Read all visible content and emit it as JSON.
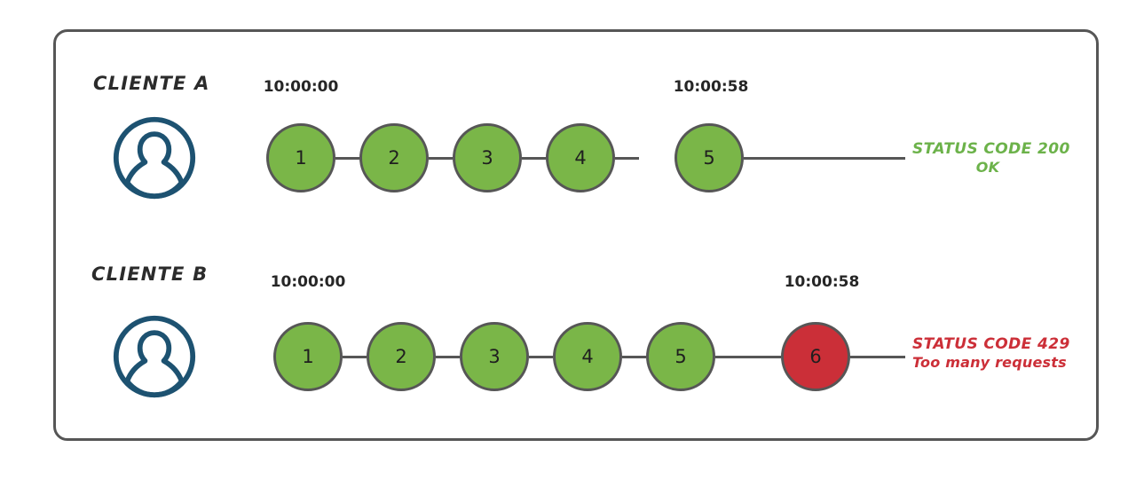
{
  "diagram": {
    "title_present": false,
    "colors": {
      "frame_border": "#565656",
      "node_ok_fill": "#7ab648",
      "node_denied_fill": "#cb2f38",
      "node_border": "#565656",
      "avatar_stroke": "#1d5271",
      "status_ok_text": "#6cb24a",
      "status_denied_text": "#cc2f38",
      "label_text": "#2b2b2b"
    },
    "rows": [
      {
        "id": "cliente-a",
        "client_label": "CLIENTE A",
        "avatar_icon": "user-avatar-icon",
        "start_time": "10:00:00",
        "end_time": "10:00:58",
        "nodes": [
          {
            "label": "1",
            "state": "ok"
          },
          {
            "label": "2",
            "state": "ok"
          },
          {
            "label": "3",
            "state": "ok"
          },
          {
            "label": "4",
            "state": "ok"
          },
          {
            "label": "5",
            "state": "ok"
          }
        ],
        "status": {
          "line1": "STATUS CODE 200",
          "line2": "OK",
          "state": "ok"
        }
      },
      {
        "id": "cliente-b",
        "client_label": "CLIENTE B",
        "avatar_icon": "user-avatar-icon",
        "start_time": "10:00:00",
        "end_time": "10:00:58",
        "nodes": [
          {
            "label": "1",
            "state": "ok"
          },
          {
            "label": "2",
            "state": "ok"
          },
          {
            "label": "3",
            "state": "ok"
          },
          {
            "label": "4",
            "state": "ok"
          },
          {
            "label": "5",
            "state": "ok"
          },
          {
            "label": "6",
            "state": "denied"
          }
        ],
        "status": {
          "line1": "STATUS CODE 429",
          "line2": "Too many requests",
          "state": "denied"
        }
      }
    ]
  }
}
